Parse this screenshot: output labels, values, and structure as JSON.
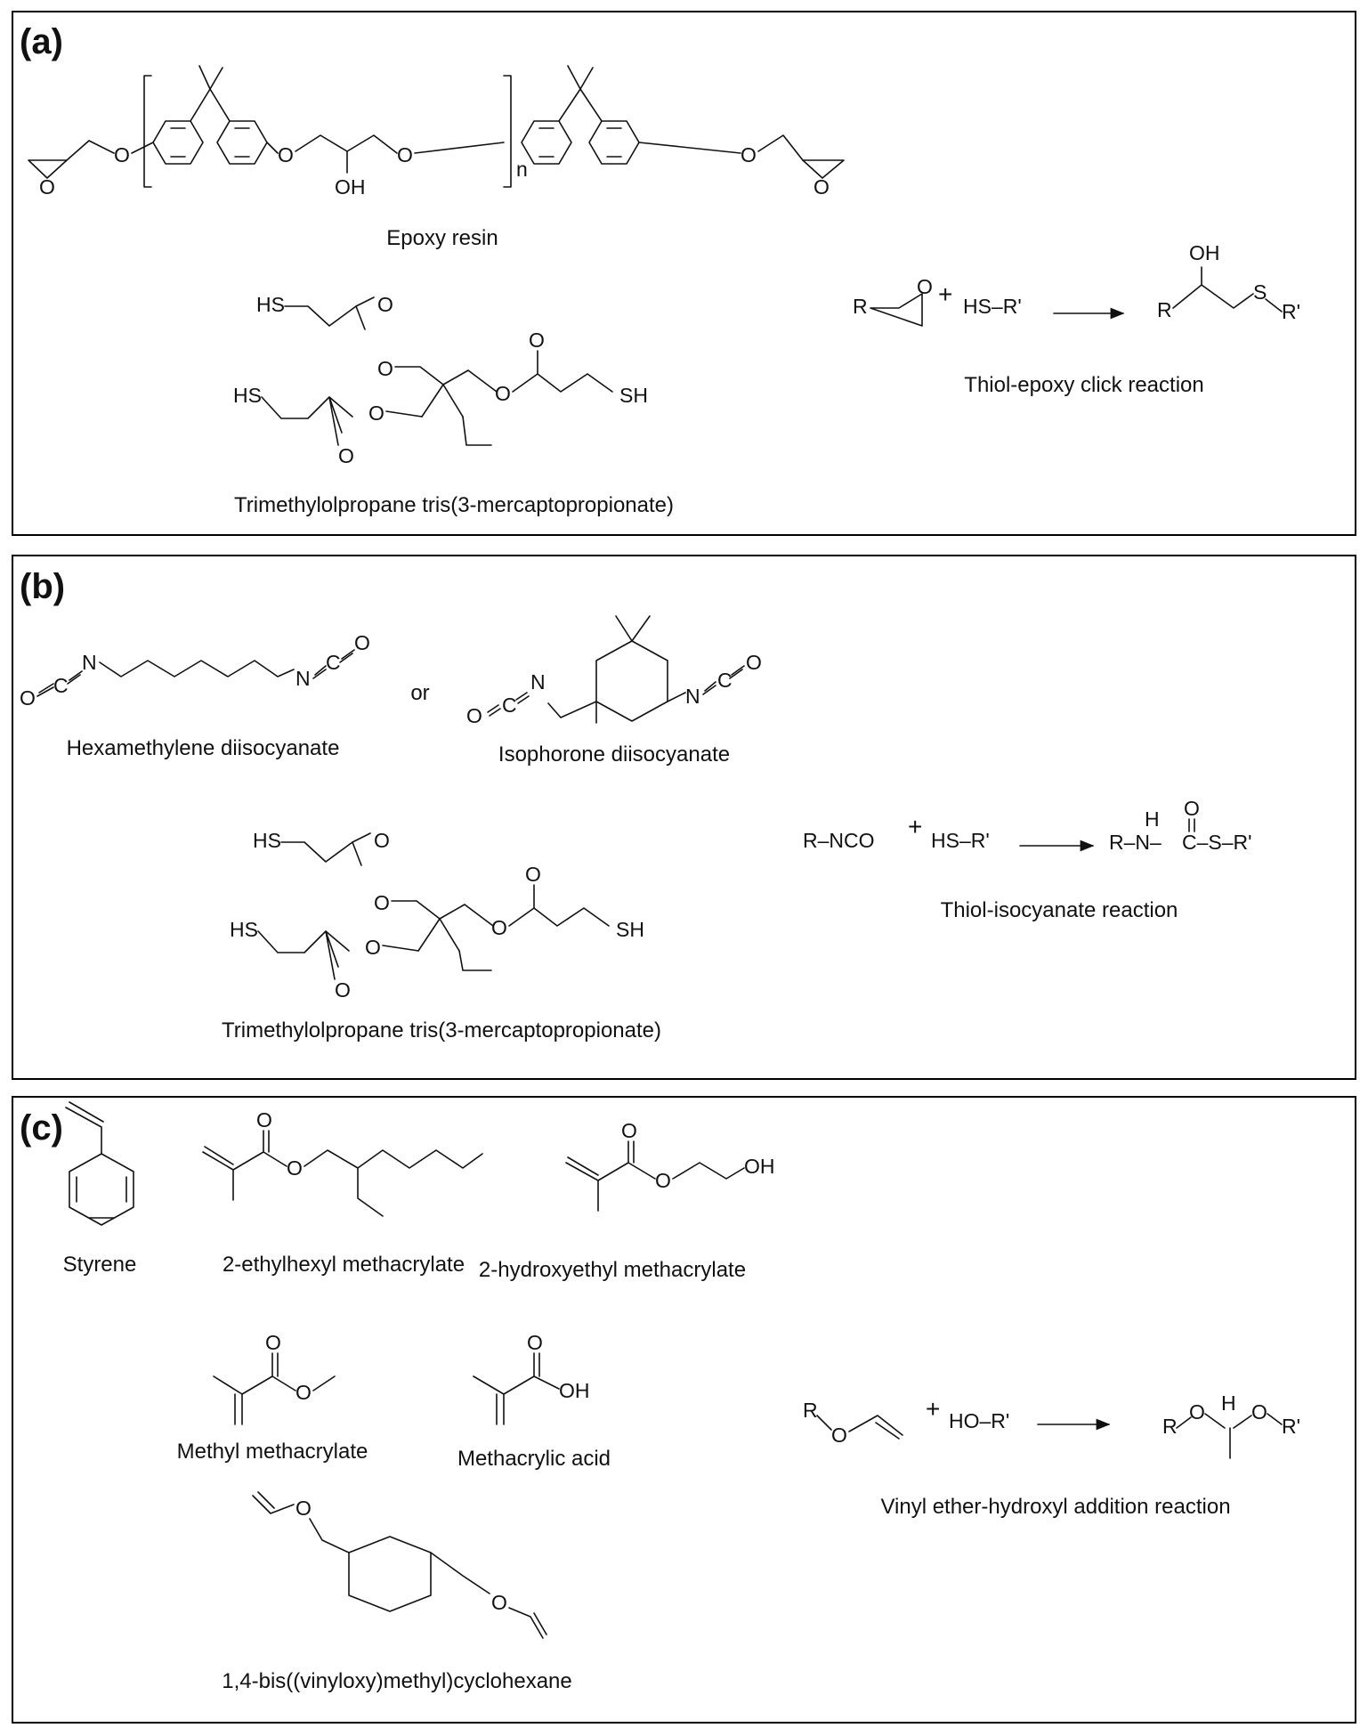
{
  "panels": {
    "a": {
      "label": "(a)",
      "epoxy_name": "Epoxy resin",
      "thiol_name": "Trimethylolpropane tris(3-mercaptopropionate)",
      "reaction_name": "Thiol-epoxy click reaction"
    },
    "b": {
      "label": "(b)",
      "hdi_name": "Hexamethylene diisocyanate",
      "or_text": "or",
      "ipdi_name": "Isophorone diisocyanate",
      "thiol_name": "Trimethylolpropane tris(3-mercaptopropionate)",
      "reaction_name": "Thiol-isocyanate reaction"
    },
    "c": {
      "label": "(c)",
      "styrene_name": "Styrene",
      "eha_name": "2-ethylhexyl methacrylate",
      "hema_name": "2-hydroxyethyl methacrylate",
      "mma_name": "Methyl methacrylate",
      "maa_name": "Methacrylic acid",
      "bvm_name": "1,4-bis((vinyloxy)methyl)cyclohexane",
      "reaction_name": "Vinyl ether-hydroxyl addition reaction"
    }
  },
  "atoms": {
    "O": "O",
    "OH": "OH",
    "SH": "SH",
    "HS": "HS",
    "S": "S",
    "N": "N",
    "C": "C",
    "H": "H",
    "R": "R",
    "Rp": "R'",
    "n": "n",
    "plus": "+",
    "HS_Rp": "HS–R'",
    "HO_Rp": "HO–R'",
    "R_NCO": "R–NCO",
    "R_N": "R–N–",
    "C_S_Rp": "C–S–R'"
  }
}
